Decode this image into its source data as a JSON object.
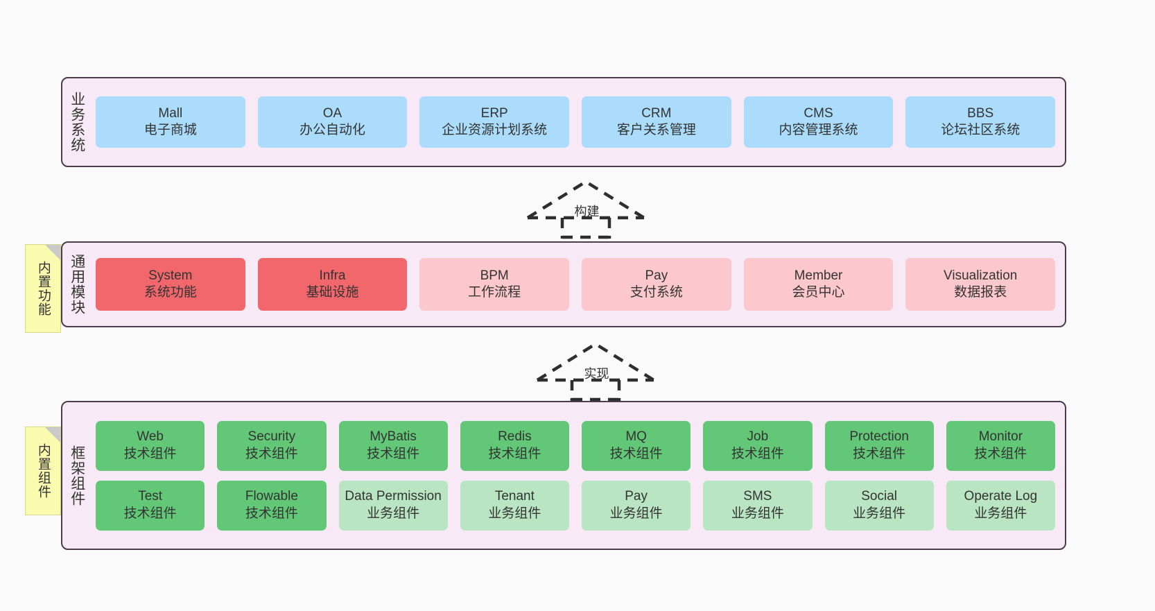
{
  "diagram": {
    "title": "system-architecture-layers",
    "colors": {
      "container_bg": "#f7e9f5",
      "container_border": "#4c3b4d",
      "business": "#abdcfb",
      "core_module": "#f2676b",
      "optional_module": "#fcc7cd",
      "tech_component": "#62c878",
      "biz_component": "#b9e5c3",
      "note_bg": "#fbfbb0",
      "page_bg": "#fafafa"
    }
  },
  "layers": {
    "business": {
      "title": "业务系统",
      "items": [
        {
          "name": "Mall",
          "sub": "电子商城"
        },
        {
          "name": "OA",
          "sub": "办公自动化"
        },
        {
          "name": "ERP",
          "sub": "企业资源计划系统"
        },
        {
          "name": "CRM",
          "sub": "客户关系管理"
        },
        {
          "name": "CMS",
          "sub": "内容管理系统"
        },
        {
          "name": "BBS",
          "sub": "论坛社区系统"
        }
      ]
    },
    "common": {
      "title": "通用模块",
      "note": "内置功能",
      "items": [
        {
          "name": "System",
          "sub": "系统功能"
        },
        {
          "name": "Infra",
          "sub": "基础设施"
        },
        {
          "name": "BPM",
          "sub": "工作流程"
        },
        {
          "name": "Pay",
          "sub": "支付系统"
        },
        {
          "name": "Member",
          "sub": "会员中心"
        },
        {
          "name": "Visualization",
          "sub": "数据报表"
        }
      ]
    },
    "framework": {
      "title": "框架组件",
      "note": "内置组件",
      "row1": [
        {
          "name": "Web",
          "sub": "技术组件"
        },
        {
          "name": "Security",
          "sub": "技术组件"
        },
        {
          "name": "MyBatis",
          "sub": "技术组件"
        },
        {
          "name": "Redis",
          "sub": "技术组件"
        },
        {
          "name": "MQ",
          "sub": "技术组件"
        },
        {
          "name": "Job",
          "sub": "技术组件"
        },
        {
          "name": "Protection",
          "sub": "技术组件"
        },
        {
          "name": "Monitor",
          "sub": "技术组件"
        }
      ],
      "row2": [
        {
          "name": "Test",
          "sub": "技术组件"
        },
        {
          "name": "Flowable",
          "sub": "技术组件"
        },
        {
          "name": "Data Permission",
          "sub": "业务组件"
        },
        {
          "name": "Tenant",
          "sub": "业务组件"
        },
        {
          "name": "Pay",
          "sub": "业务组件"
        },
        {
          "name": "SMS",
          "sub": "业务组件"
        },
        {
          "name": "Social",
          "sub": "业务组件"
        },
        {
          "name": "Operate Log",
          "sub": "业务组件"
        }
      ]
    }
  },
  "connectors": {
    "build": "构建",
    "implement": "实现"
  }
}
